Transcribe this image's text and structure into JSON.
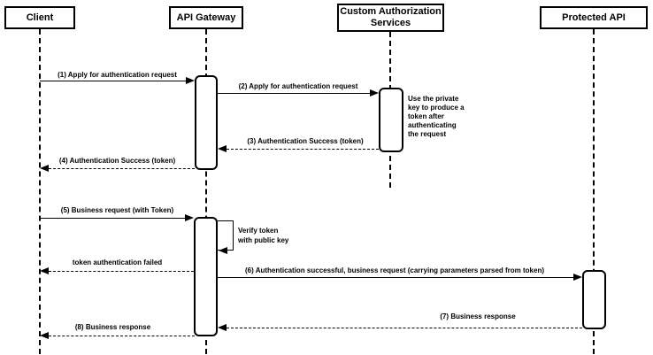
{
  "diagram_type": "uml-sequence-diagram",
  "colors": {
    "stroke": "#000000",
    "fill": "#ffffff",
    "text": "#000000"
  },
  "participants": [
    {
      "id": "client",
      "name": "Client"
    },
    {
      "id": "api-gateway",
      "name": "API Gateway"
    },
    {
      "id": "custom-authorization-services",
      "name": "Custom Authorization\nServices"
    },
    {
      "id": "protected-api",
      "name": "Protected API"
    }
  ],
  "messages": [
    {
      "label": "(1) Apply for authentication request",
      "from": "Client",
      "to": "API Gateway",
      "line": "solid"
    },
    {
      "label": "(2) Apply for authentication request",
      "from": "API Gateway",
      "to": "Custom Authorization Services",
      "line": "solid"
    },
    {
      "label": "(3) Authentication Success (token)",
      "from": "Custom Authorization Services",
      "to": "API Gateway",
      "line": "dashed"
    },
    {
      "label": "(4) Authentication Success (token)",
      "from": "API Gateway",
      "to": "Client",
      "line": "dashed"
    },
    {
      "label": "(5) Business request (with Token)",
      "from": "Client",
      "to": "API Gateway",
      "line": "solid"
    },
    {
      "label": "Verify token\nwith public key",
      "from": "API Gateway",
      "to": "API Gateway",
      "line": "self"
    },
    {
      "label": "token authentication failed",
      "from": "API Gateway",
      "to": "Client",
      "line": "dashed"
    },
    {
      "label": "(6) Authentication successful, business request (carrying parameters parsed from token)",
      "from": "API Gateway",
      "to": "Protected API",
      "line": "solid"
    },
    {
      "label": "(7) Business response",
      "from": "Protected API",
      "to": "API Gateway",
      "line": "dashed"
    },
    {
      "label": "(8) Business response",
      "from": "API Gateway",
      "to": "Client",
      "line": "dashed"
    }
  ],
  "notes": [
    {
      "text": "Use the private\nkey to produce a\ntoken after\nauthenticating\nthe request",
      "attached_to": "Custom Authorization Services"
    }
  ]
}
